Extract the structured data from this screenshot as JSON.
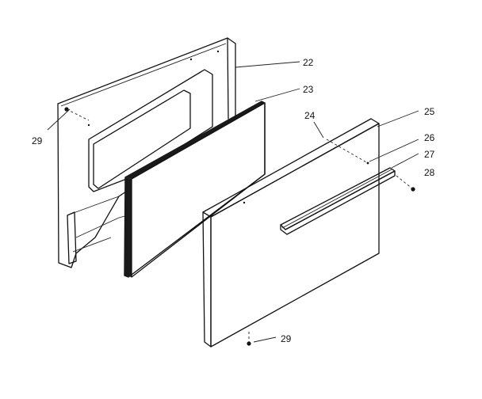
{
  "callouts": {
    "c22": "22",
    "c23": "23",
    "c24": "24",
    "c25": "25",
    "c26": "26",
    "c27": "27",
    "c28": "28",
    "c29_left": "29",
    "c29_bottom": "29"
  },
  "colors": {
    "line": "#111111",
    "glass_edge": "#1a1a1a",
    "background": "#ffffff"
  }
}
